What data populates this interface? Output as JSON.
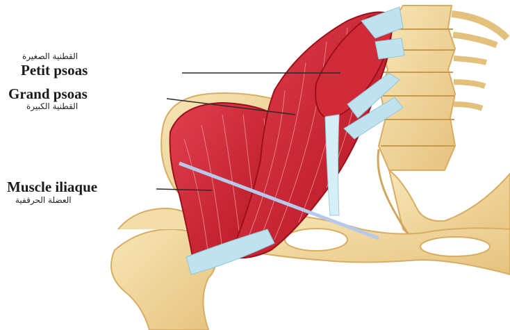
{
  "labels": {
    "petit_psoas": {
      "fr": "Petit psoas",
      "ar": "القطنية الصغيرة"
    },
    "grand_psoas": {
      "fr": "Grand psoas",
      "ar": "القطنية الكبيرة"
    },
    "muscle_iliaque": {
      "fr": "Muscle iliaque",
      "ar": "العضلة الحرقفية"
    }
  },
  "colors": {
    "bone": "#f1dba0",
    "bone_shadow": "#d9b46a",
    "muscle": "#c8192c",
    "muscle_light": "#e4505e",
    "tendon": "#bfe2ee",
    "leader": "#2b2b2b"
  }
}
